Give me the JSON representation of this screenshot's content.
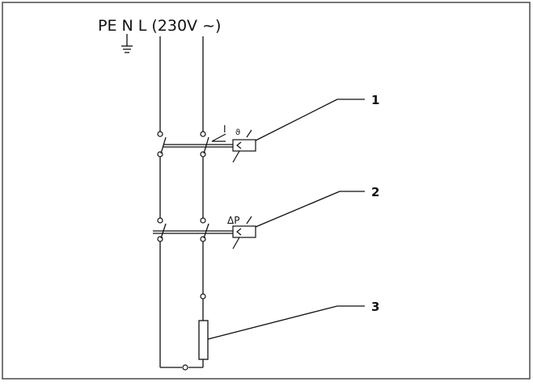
{
  "diagram": {
    "supply_label": "PE N L (230V ~)",
    "breaker": {
      "current_symbol": "I",
      "thermal_symbol": "ϑ"
    },
    "pressure_switch": {
      "pressure_symbol": "ΔP"
    },
    "callouts": [
      {
        "number": "1"
      },
      {
        "number": "2"
      },
      {
        "number": "3"
      }
    ]
  }
}
